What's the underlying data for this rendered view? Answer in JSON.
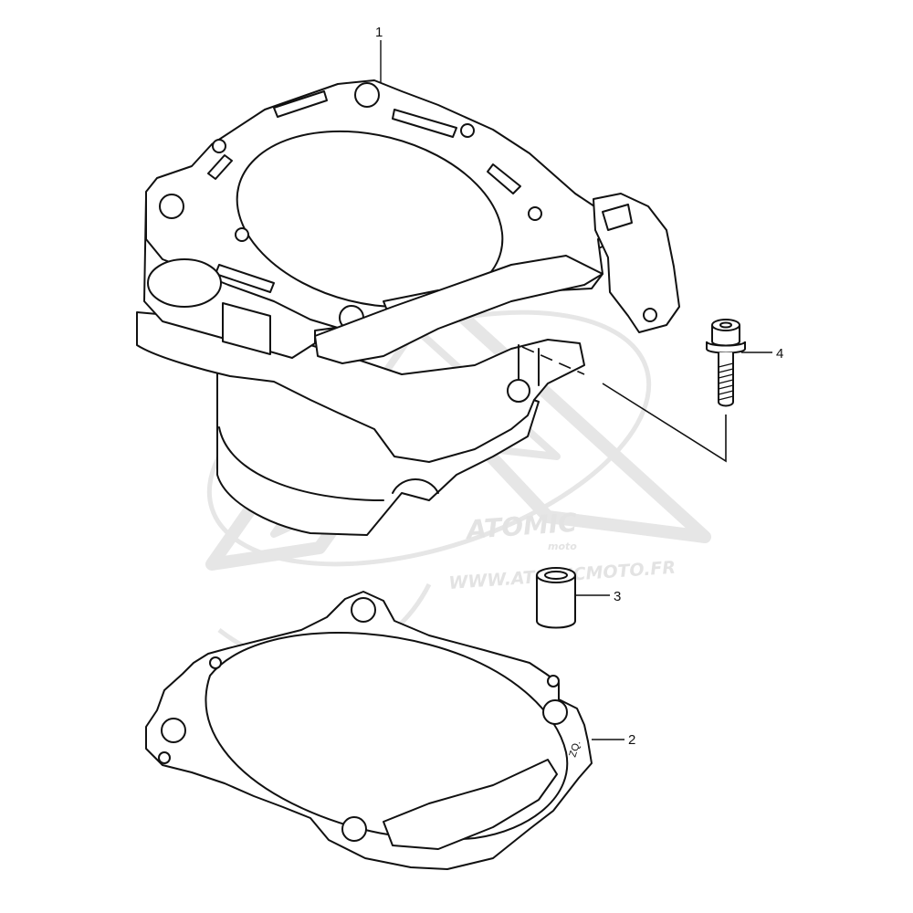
{
  "callouts": [
    {
      "id": "1",
      "label": "1"
    },
    {
      "id": "2",
      "label": "2"
    },
    {
      "id": "3",
      "label": "3"
    },
    {
      "id": "4",
      "label": "4"
    }
  ],
  "watermark": {
    "logo_text": "ATOMIC",
    "logo_subtext": "moto",
    "url_text": "WWW.ATOMICMOTO.FR"
  },
  "gasket_marking": "ZQ.",
  "colors": {
    "line": "#111111",
    "watermark": "#e3e3e3",
    "background": "#ffffff"
  }
}
